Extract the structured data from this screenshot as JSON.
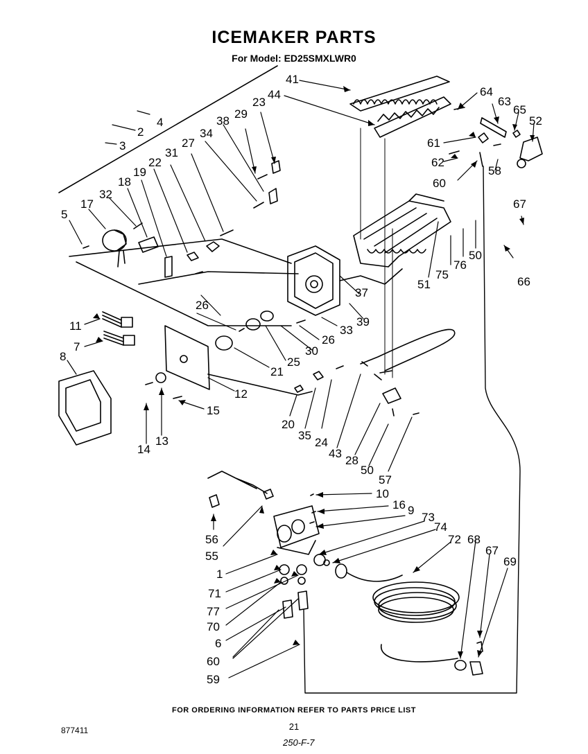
{
  "header": {
    "title": "ICEMAKER PARTS",
    "model_line": "For Model: ED25SMXLWR0"
  },
  "footer": {
    "note": "FOR ORDERING INFORMATION REFER TO PARTS PRICE LIST",
    "page_number": "21",
    "document_number": "877411",
    "handwritten_mark": "250-F-7"
  },
  "callouts": [
    "41",
    "44",
    "64",
    "63",
    "65",
    "52",
    "29",
    "23",
    "38",
    "34",
    "27",
    "31",
    "22",
    "19",
    "18",
    "32",
    "17",
    "5",
    "2",
    "4",
    "3",
    "61",
    "62",
    "60",
    "58",
    "67",
    "66",
    "50",
    "76",
    "75",
    "51",
    "37",
    "39",
    "33",
    "26",
    "30",
    "25",
    "21",
    "11",
    "7",
    "8",
    "12",
    "15",
    "14",
    "13",
    "20",
    "35",
    "24",
    "43",
    "28",
    "50",
    "57",
    "10",
    "16",
    "9",
    "73",
    "74",
    "72",
    "68",
    "67",
    "69",
    "56",
    "55",
    "1",
    "71",
    "77",
    "70",
    "6",
    "60",
    "59",
    "26"
  ]
}
